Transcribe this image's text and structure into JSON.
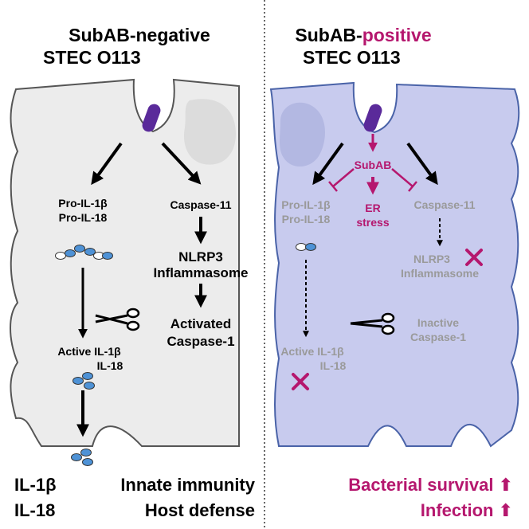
{
  "left": {
    "title_line1": "SubAB-negative",
    "title_line2": "STEC O113",
    "pro_il1b": "Pro-IL-1β",
    "pro_il18": "Pro-IL-18",
    "caspase11": "Caspase-11",
    "nlrp3": "NLRP3",
    "inflammasome": "Inflammasome",
    "activated": "Activated",
    "caspase1": "Caspase-1",
    "active_il1b": "Active IL-1β",
    "il18": "IL-18"
  },
  "right": {
    "title_line1_prefix": "SubAB-",
    "title_line1_highlight": "positive",
    "title_line2": "STEC O113",
    "subab": "SubAB",
    "er": "ER",
    "stress": "stress",
    "pro_il1b": "Pro-IL-1β",
    "pro_il18": "Pro-IL-18",
    "caspase11": "Caspase-11",
    "nlrp3": "NLRP3",
    "inflammasome": "Inflammasome",
    "inactive": "Inactive",
    "caspase1": "Caspase-1",
    "active_il1b": "Active IL-1β",
    "il18": "IL-18"
  },
  "bottom": {
    "il1b": "IL-1β",
    "il18": "IL-18",
    "innate_immunity": "Innate immunity",
    "host_defense": "Host defense",
    "bacterial_survival": "Bacterial survival ⬆",
    "infection": "Infection ⬆"
  },
  "colors": {
    "magenta": "#b5176e",
    "bacterium": "#5a2a9a",
    "left_cell": "#ececec",
    "right_cell": "#c8cbee",
    "gray_text": "#9a9a9a",
    "il_blue": "#4e92d6"
  }
}
